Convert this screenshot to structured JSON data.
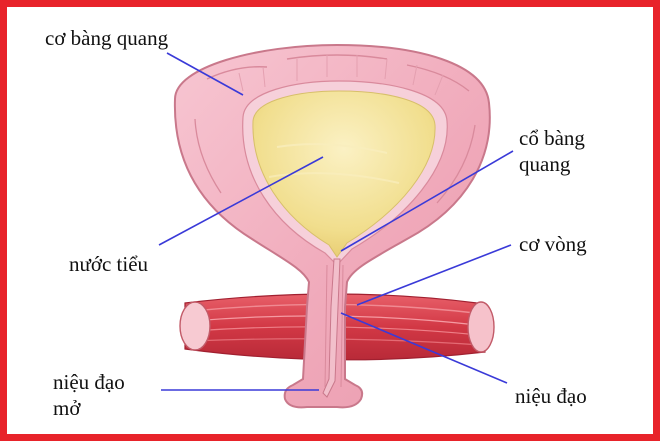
{
  "labels": {
    "bladder_muscle": "cơ bàng quang",
    "bladder_neck_line1": "cổ bàng",
    "bladder_neck_line2": "quang",
    "urine": "nước tiểu",
    "sphincter": "cơ vòng",
    "open_urethra_line1": "niệu đạo",
    "open_urethra_line2": "mở",
    "urethra": "niệu đạo"
  },
  "colors": {
    "border": "#e8232a",
    "bladder_wall": "#f4b8c6",
    "bladder_outline": "#c9788b",
    "urine": "#f3e39a",
    "sphincter_muscle": "#d9414d",
    "leader_line": "#3a3ad8"
  }
}
